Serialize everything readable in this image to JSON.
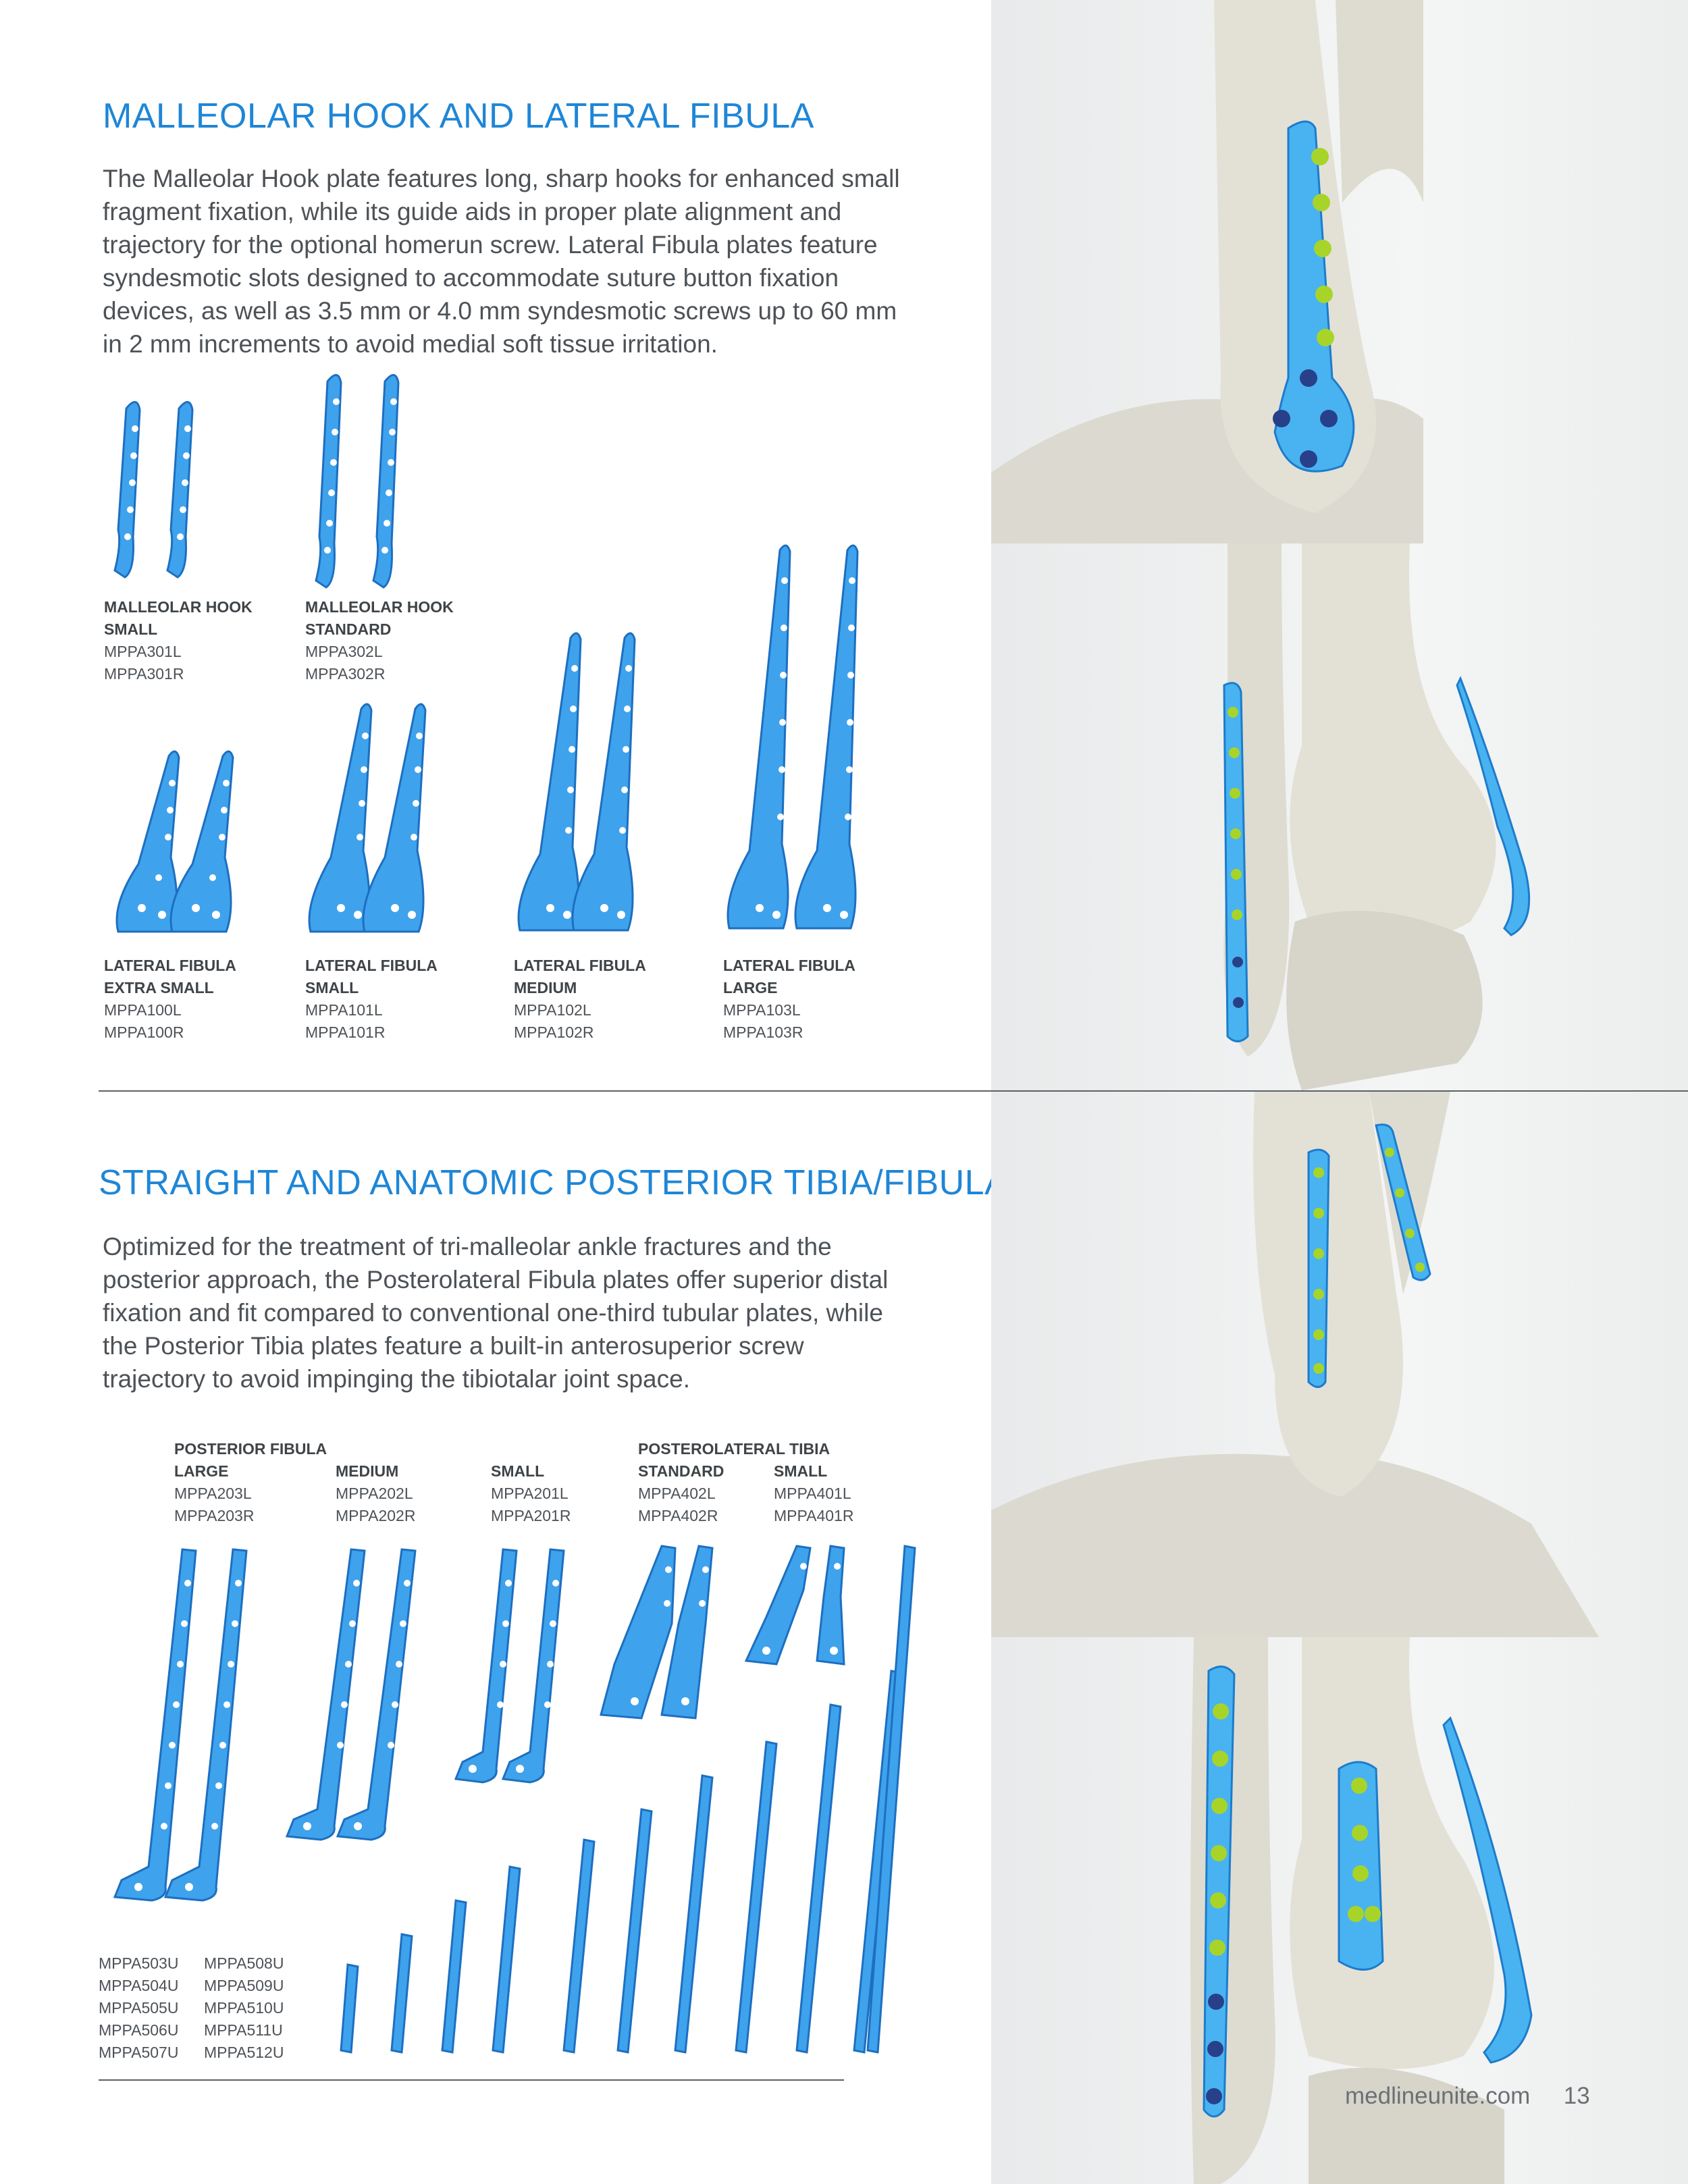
{
  "section1": {
    "title": "MALLEOLAR HOOK AND LATERAL FIBULA",
    "body": "The Malleolar Hook plate features long, sharp hooks for enhanced small fragment fixation, while its guide aids in proper plate alignment and trajectory for the optional homerun screw. Lateral Fibula plates feature syndesmotic slots designed to accommodate suture button fixation devices, as well as 3.5 mm or 4.0 mm syndesmotic screws up to 60 mm in 2 mm increments to avoid medial soft tissue irritation.",
    "hook_products": [
      {
        "line1": "MALLEOLAR HOOK",
        "line2": "SMALL",
        "codes": [
          "MPPA301L",
          "MPPA301R"
        ]
      },
      {
        "line1": "MALLEOLAR HOOK",
        "line2": "STANDARD",
        "codes": [
          "MPPA302L",
          "MPPA302R"
        ]
      }
    ],
    "fibula_products": [
      {
        "line1": "LATERAL FIBULA",
        "line2": "EXTRA SMALL",
        "codes": [
          "MPPA100L",
          "MPPA100R"
        ]
      },
      {
        "line1": "LATERAL FIBULA",
        "line2": "SMALL",
        "codes": [
          "MPPA101L",
          "MPPA101R"
        ]
      },
      {
        "line1": "LATERAL FIBULA",
        "line2": "MEDIUM",
        "codes": [
          "MPPA102L",
          "MPPA102R"
        ]
      },
      {
        "line1": "LATERAL FIBULA",
        "line2": "LARGE",
        "codes": [
          "MPPA103L",
          "MPPA103R"
        ]
      }
    ]
  },
  "section2": {
    "title": "STRAIGHT AND ANATOMIC POSTERIOR TIBIA/FIBULA",
    "body": "Optimized for the treatment of tri-malleolar ankle fractures and the posterior approach, the Posterolateral Fibula plates offer superior distal fixation and fit compared to conventional one-third tubular plates, while the Posterior Tibia plates feature a built-in anterosuperior screw trajectory to avoid impinging the tibiotalar joint space.",
    "group_fibula": "POSTERIOR FIBULA",
    "group_tibia": "POSTEROLATERAL TIBIA",
    "products": [
      {
        "size": "LARGE",
        "codes": [
          "MPPA203L",
          "MPPA203R"
        ]
      },
      {
        "size": "MEDIUM",
        "codes": [
          "MPPA202L",
          "MPPA202R"
        ]
      },
      {
        "size": "SMALL",
        "codes": [
          "MPPA201L",
          "MPPA201R"
        ]
      },
      {
        "size": "STANDARD",
        "codes": [
          "MPPA402L",
          "MPPA402R"
        ]
      },
      {
        "size": "SMALL",
        "codes": [
          "MPPA401L",
          "MPPA401R"
        ]
      }
    ],
    "straight_codes_col1": [
      "MPPA503U",
      "MPPA504U",
      "MPPA505U",
      "MPPA506U",
      "MPPA507U"
    ],
    "straight_codes_col2": [
      "MPPA508U",
      "MPPA509U",
      "MPPA510U",
      "MPPA511U",
      "MPPA512U"
    ]
  },
  "footer": {
    "website": "medlineunite.com",
    "page_number": "13"
  },
  "colors": {
    "heading": "#1f86d6",
    "plate": "#3fa2ec",
    "text": "#4d5257",
    "screw": "#a8d42a",
    "bone": "#e3e1d6"
  }
}
